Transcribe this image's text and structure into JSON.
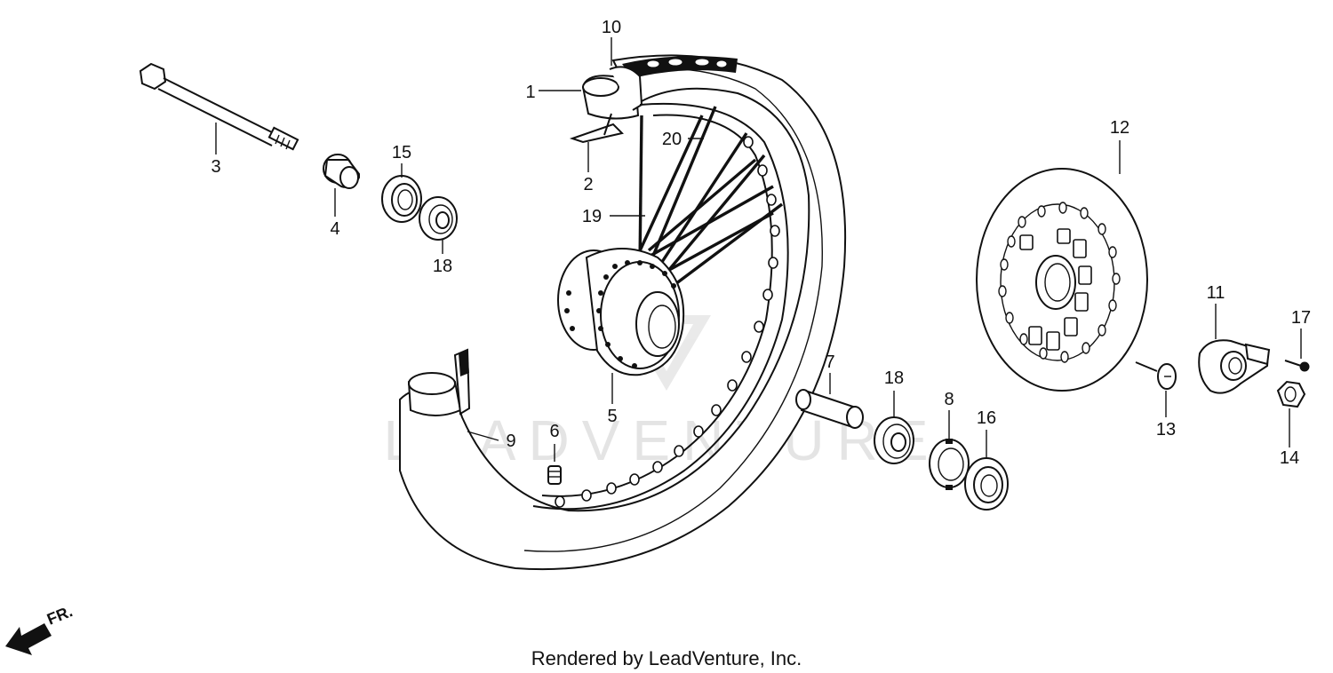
{
  "diagram": {
    "callouts": [
      "1",
      "2",
      "3",
      "4",
      "5",
      "6",
      "7",
      "8",
      "9",
      "10",
      "11",
      "12",
      "13",
      "14",
      "15",
      "16",
      "17",
      "18",
      "18",
      "19",
      "20"
    ],
    "direction_arrow_label": "FR.",
    "watermark": "LEADVENTURE",
    "footer": "Rendered by LeadVenture, Inc."
  },
  "colors": {
    "ink": "#111111",
    "watermark": "#cfcfcf",
    "background": "#ffffff"
  },
  "icons": [
    "front-direction-arrow-icon",
    "leadventure-logo-icon"
  ]
}
